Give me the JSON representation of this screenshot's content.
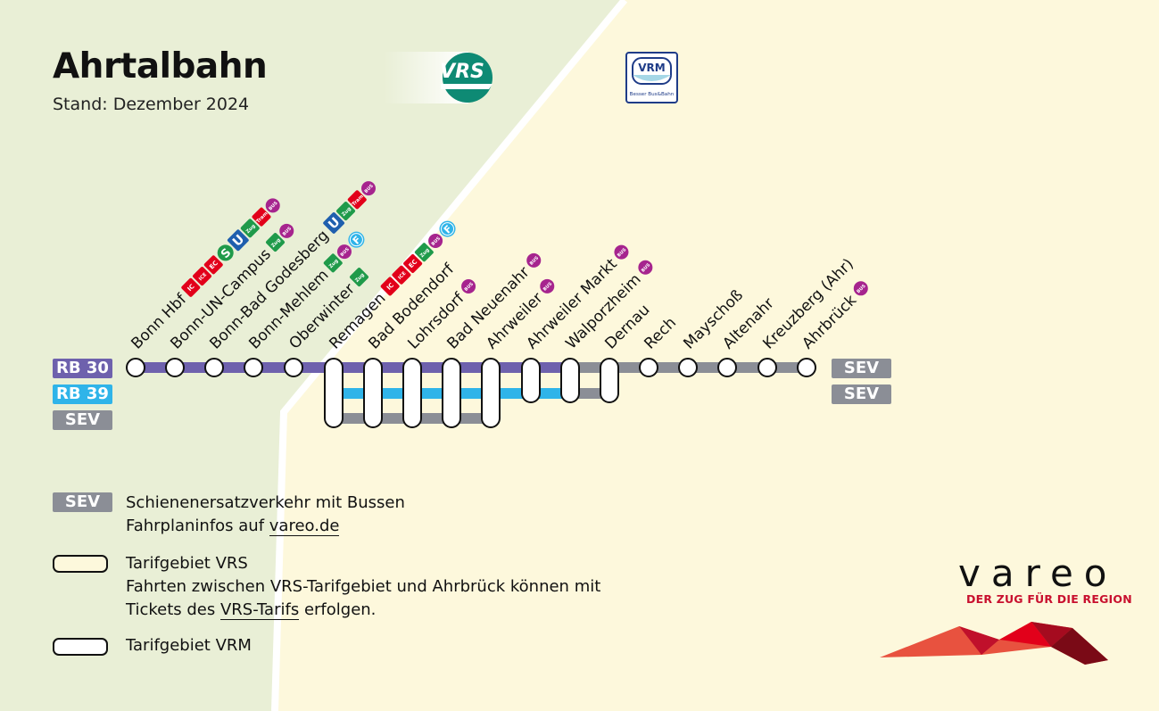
{
  "header": {
    "title": "Ahrtalbahn",
    "subtitle": "Stand: Dezember 2024"
  },
  "logos": {
    "vrs": "VRS",
    "vrm_top": "VRM",
    "vrm_bottom": "Besser Bus&Bahn"
  },
  "lines": [
    {
      "id": "rb30",
      "label": "RB 30",
      "color": "#6e61ad"
    },
    {
      "id": "rb39",
      "label": "RB 39",
      "color": "#2fb4e9"
    },
    {
      "id": "sev",
      "label": "SEV",
      "color": "#8b8e96"
    }
  ],
  "sev_end_badges": [
    "SEV",
    "SEV"
  ],
  "icon_colors": {
    "ic": "#e2001a",
    "s_bahn": "#1f9a4a",
    "u_bahn": "#1f5fae",
    "zug": "#1f9a4a",
    "tram": "#e2001a",
    "bus": "#a6248e",
    "ferry": "#2fb4e9"
  },
  "stations": [
    {
      "name": "Bonn Hbf",
      "icons": [
        {
          "type": "badge",
          "text": "IC",
          "color": "ic"
        },
        {
          "type": "badge",
          "text": "ICE",
          "color": "ic"
        },
        {
          "type": "badge",
          "text": "EC",
          "color": "ic"
        },
        {
          "type": "s",
          "text": "S",
          "color": "s_bahn"
        },
        {
          "type": "u",
          "text": "U",
          "color": "u_bahn"
        },
        {
          "type": "badge",
          "text": "Zug",
          "color": "zug"
        },
        {
          "type": "badge",
          "text": "Tram",
          "color": "tram"
        },
        {
          "type": "circle",
          "text": "BUS",
          "color": "bus"
        }
      ]
    },
    {
      "name": "Bonn-UN-Campus",
      "icons": [
        {
          "type": "badge",
          "text": "Zug",
          "color": "zug"
        },
        {
          "type": "circle",
          "text": "BUS",
          "color": "bus"
        }
      ]
    },
    {
      "name": "Bonn-Bad Godesberg",
      "icons": [
        {
          "type": "u",
          "text": "U",
          "color": "u_bahn"
        },
        {
          "type": "badge",
          "text": "Zug",
          "color": "zug"
        },
        {
          "type": "badge",
          "text": "Tram",
          "color": "tram"
        },
        {
          "type": "circle",
          "text": "BUS",
          "color": "bus"
        }
      ]
    },
    {
      "name": "Bonn-Mehlem",
      "icons": [
        {
          "type": "badge",
          "text": "Zug",
          "color": "zug"
        },
        {
          "type": "circle",
          "text": "BUS",
          "color": "bus"
        },
        {
          "type": "ferry",
          "text": "F",
          "color": "ferry"
        }
      ]
    },
    {
      "name": "Oberwinter",
      "icons": [
        {
          "type": "badge",
          "text": "Zug",
          "color": "zug"
        }
      ]
    },
    {
      "name": "Remagen",
      "icons": [
        {
          "type": "badge",
          "text": "IC",
          "color": "ic"
        },
        {
          "type": "badge",
          "text": "ICE",
          "color": "ic"
        },
        {
          "type": "badge",
          "text": "EC",
          "color": "ic"
        },
        {
          "type": "badge",
          "text": "Zug",
          "color": "zug"
        },
        {
          "type": "circle",
          "text": "BUS",
          "color": "bus"
        },
        {
          "type": "ferry",
          "text": "F",
          "color": "ferry"
        }
      ]
    },
    {
      "name": "Bad Bodendorf",
      "icons": []
    },
    {
      "name": "Lohrsdorf",
      "icons": [
        {
          "type": "circle",
          "text": "BUS",
          "color": "bus"
        }
      ]
    },
    {
      "name": "Bad Neuenahr",
      "icons": [
        {
          "type": "circle",
          "text": "BUS",
          "color": "bus"
        }
      ]
    },
    {
      "name": "Ahrweiler",
      "icons": [
        {
          "type": "circle",
          "text": "BUS",
          "color": "bus"
        }
      ]
    },
    {
      "name": "Ahrweiler Markt",
      "icons": [
        {
          "type": "circle",
          "text": "BUS",
          "color": "bus"
        }
      ]
    },
    {
      "name": "Walporzheim",
      "icons": [
        {
          "type": "circle",
          "text": "BUS",
          "color": "bus"
        }
      ]
    },
    {
      "name": "Dernau",
      "icons": []
    },
    {
      "name": "Rech",
      "icons": []
    },
    {
      "name": "Mayschoß",
      "icons": []
    },
    {
      "name": "Altenahr",
      "icons": []
    },
    {
      "name": "Kreuzberg (Ahr)",
      "icons": []
    },
    {
      "name": "Ahrbrück",
      "icons": [
        {
          "type": "circle",
          "text": "BUS",
          "color": "bus"
        }
      ]
    }
  ],
  "legend": {
    "sev_badge": "SEV",
    "sev_line1": "Schienenersatzverkehr mit Bussen",
    "sev_line2_pre": "Fahrplaninfos auf ",
    "sev_line2_link": "vareo.de",
    "vrs_title": "Tarifgebiet VRS",
    "vrs_line2": "Fahrten zwischen VRS-Tarifgebiet und Ahrbrück können mit",
    "vrs_line3_pre": "Tickets des ",
    "vrs_line3_link": "VRS-Tarifs",
    "vrs_line3_post": " erfolgen.",
    "vrm_title": "Tarifgebiet VRM"
  },
  "brand": {
    "name": "vareo",
    "slogan": "DER ZUG FÜR DIE REGION"
  }
}
